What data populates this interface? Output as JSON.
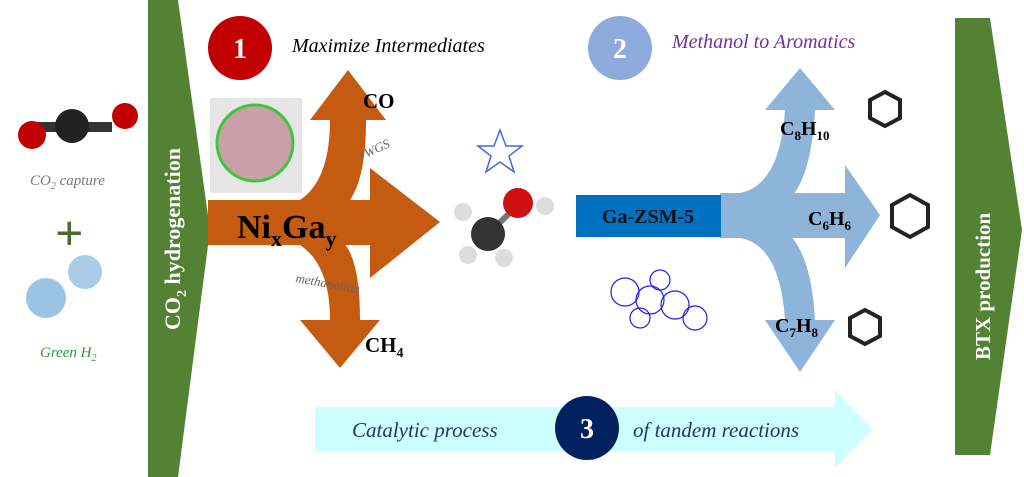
{
  "left_banner": {
    "label_pre": "CO",
    "label_sub": "2",
    "label_post": " hydrogenation",
    "color": "#548235"
  },
  "right_banner": {
    "label": "BTX production",
    "color": "#548235"
  },
  "inputs": {
    "co2": {
      "label_pre": "CO",
      "label_sub": "2",
      "label_post": " capture"
    },
    "plus": "+",
    "h2": {
      "label_pre": "Green H",
      "label_sub": "2"
    }
  },
  "step1": {
    "number": "1",
    "title": "Maximize Intermediates",
    "color": "#c00000"
  },
  "step2": {
    "number": "2",
    "title": "Methanol to Aromatics",
    "color": "#8faadc",
    "title_color": "#7030a0"
  },
  "step3": {
    "number": "3",
    "left_text": "Catalytic process",
    "right_text": "of tandem reactions",
    "color": "#002060"
  },
  "catalyst1": {
    "a": "Ni",
    "a_sub": "x",
    "b": "Ga",
    "b_sub": "y",
    "arrow_color": "#c55a11"
  },
  "paths1": {
    "up": "rWGS",
    "down": "methanation",
    "co": "CO",
    "ch4_pre": "CH",
    "ch4_sub": "4"
  },
  "catalyst2": {
    "label": "Ga-ZSM-5",
    "color": "#0070c0"
  },
  "products": [
    {
      "pre": "C",
      "s1": "8",
      "mid": "H",
      "s2": "10"
    },
    {
      "pre": "C",
      "s1": "6",
      "mid": "H",
      "s2": "6"
    },
    {
      "pre": "C",
      "s1": "7",
      "mid": "H",
      "s2": "8"
    }
  ]
}
